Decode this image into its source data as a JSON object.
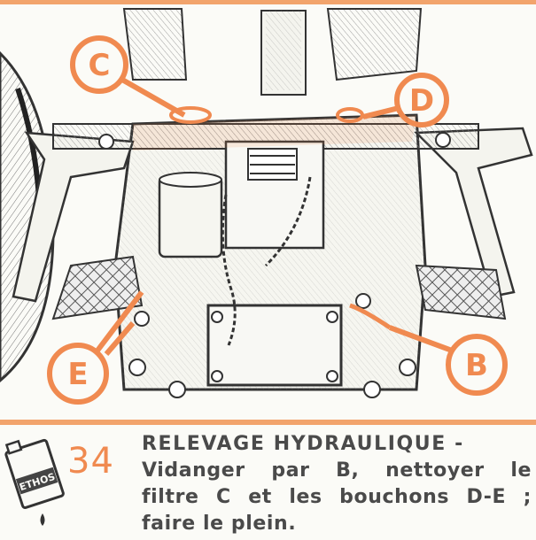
{
  "colors": {
    "accent": "#f08a50",
    "ink": "#3a3a3a",
    "paper": "#fbfbf7"
  },
  "page_number": "34",
  "can_label": "ETHOS",
  "callouts": {
    "c": "C",
    "d": "D",
    "e": "E",
    "b": "B"
  },
  "caption": {
    "heading": "RELEVAGE HYDRAULIQUE -",
    "line1": "Vidanger par B, nettoyer le",
    "line2": "filtre C et les bouchons D-E ;",
    "line3": "faire le plein."
  }
}
